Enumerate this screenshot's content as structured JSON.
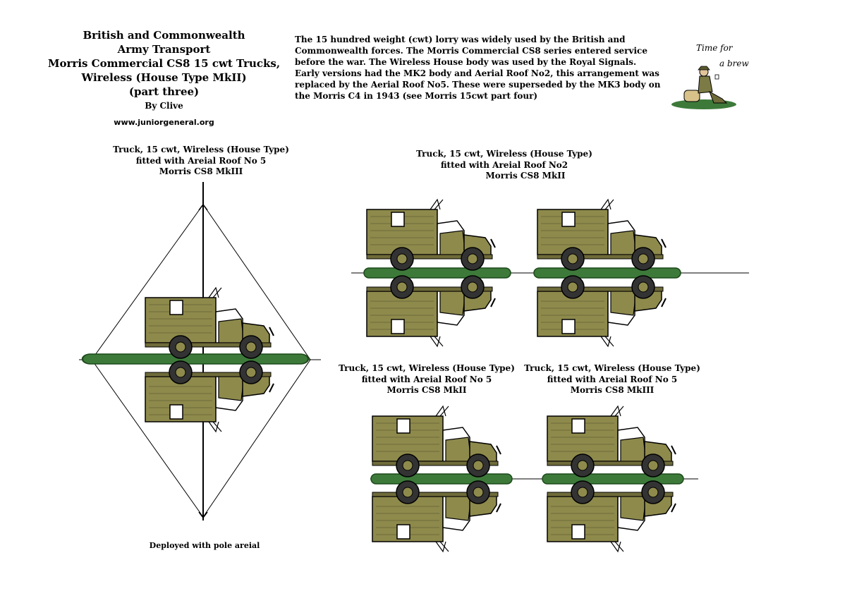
{
  "header": {
    "title_lines": [
      "British and Commonwealth",
      "Army Transport",
      "Morris Commercial CS8 15 cwt Trucks,",
      "Wireless (House Type MkII)",
      "(part three)"
    ],
    "byline": "By Clive",
    "url": "www.juniorgeneral.org"
  },
  "intro": {
    "lines": [
      "The 15 hundred weight (cwt) lorry was widely used by the British and",
      "Commonwealth forces. The Morris Commercial CS8 series entered service",
      "before the war. The Wireless House body was used by the Royal Signals.",
      "Early versions had the MK2 body and Aerial Roof No2, this arrangement was",
      "replaced by the Aerial Roof No5. These were superseded by the MK3 body on",
      "the Morris C4 in 1943 (see Morris 15cwt part four)"
    ]
  },
  "logo": {
    "line1": "Time for",
    "line2": "a brew"
  },
  "captions": {
    "left": [
      "Truck, 15 cwt, Wireless (House Type)",
      "fitted with Areial Roof No 5",
      "Morris CS8 MkIII"
    ],
    "top_right": [
      "Truck, 15 cwt, Wireless (House Type)",
      "fitted with Areial Roof No2",
      "Morris CS8 MkII"
    ],
    "bottom_a": [
      "Truck, 15 cwt, Wireless (House Type)",
      "fitted with Areial Roof No 5",
      "Morris CS8 MkII"
    ],
    "bottom_b": [
      "Truck, 15 cwt, Wireless (House Type)",
      "fitted with Areial Roof No 5",
      "Morris CS8 MkIII"
    ]
  },
  "deployed_caption": "Deployed with pole areial",
  "colors": {
    "olive": "#8e8a4c",
    "olive_dark": "#6f6b3a",
    "base_green": "#3d7a3a",
    "tyre": "#333333",
    "window": "#ffffff"
  }
}
